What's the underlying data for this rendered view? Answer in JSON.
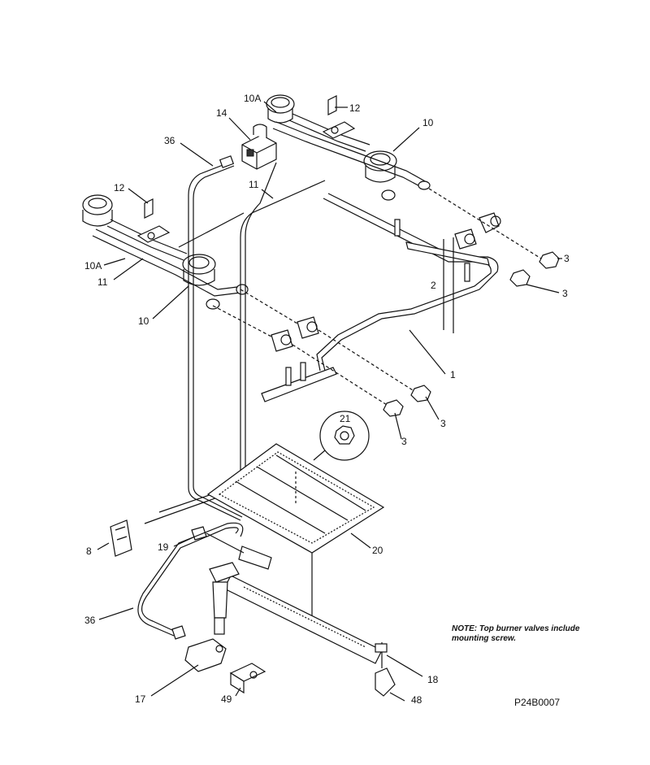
{
  "callouts": {
    "c1": "1",
    "c2": "2",
    "c3a": "3",
    "c3b": "3",
    "c3c": "3",
    "c3d": "3",
    "c8": "8",
    "c10a": "10",
    "c10b": "10",
    "c10A_top": "10A",
    "c10A_left": "10A",
    "c11_top": "11",
    "c11_left": "11",
    "c12_top": "12",
    "c12_left": "12",
    "c14": "14",
    "c17": "17",
    "c18": "18",
    "c19": "19",
    "c20": "20",
    "c21": "21",
    "c36_top": "36",
    "c36_bottom": "36",
    "c48": "48",
    "c49": "49"
  },
  "note": "NOTE: Top burner valves include mounting screw.",
  "doc_id": "P24B0007"
}
